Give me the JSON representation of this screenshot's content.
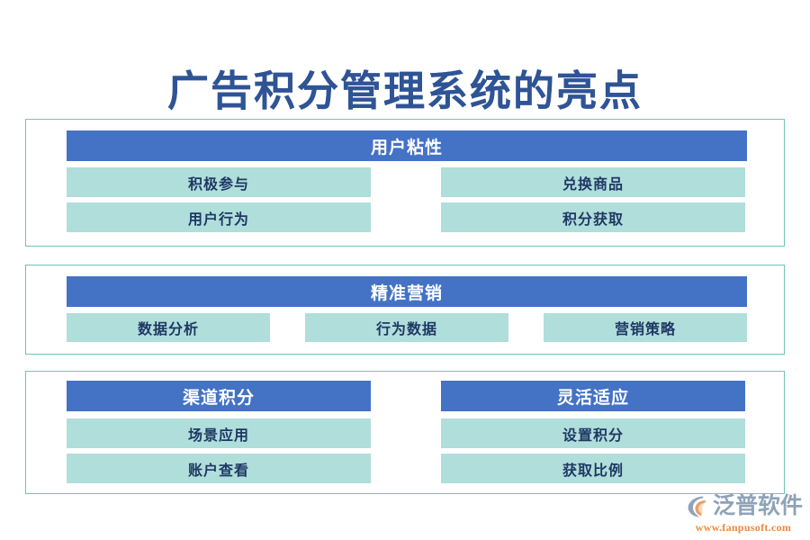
{
  "title": "广告积分管理系统的亮点",
  "theme": {
    "header_blue": "#4472C4",
    "item_teal": "#B0DEDA",
    "panel_border": "#74C3B5",
    "title_blue": "#2F5496",
    "item_text": "#1F3864",
    "logo_grey": "#8FA3B8",
    "logo_orange": "#F0883A",
    "background": "#FFFFFF"
  },
  "panels": [
    {
      "id": "panel-1",
      "layout": "single-header-two-column",
      "header": "用户粘性",
      "items": [
        "积极参与",
        "兑换商品",
        "用户行为",
        "积分获取"
      ]
    },
    {
      "id": "panel-2",
      "layout": "single-header-three-column",
      "header": "精准营销",
      "items": [
        "数据分析",
        "行为数据",
        "营销策略"
      ]
    },
    {
      "id": "panel-3",
      "layout": "two-group",
      "groups": [
        {
          "header": "渠道积分",
          "items": [
            "场景应用",
            "账户查看"
          ]
        },
        {
          "header": "灵活适应",
          "items": [
            "设置积分",
            "获取比例"
          ]
        }
      ]
    }
  ],
  "logo": {
    "mark": "fanpu-swoosh-icon",
    "name": "泛普软件",
    "url": "www.fanpusoft.com"
  }
}
